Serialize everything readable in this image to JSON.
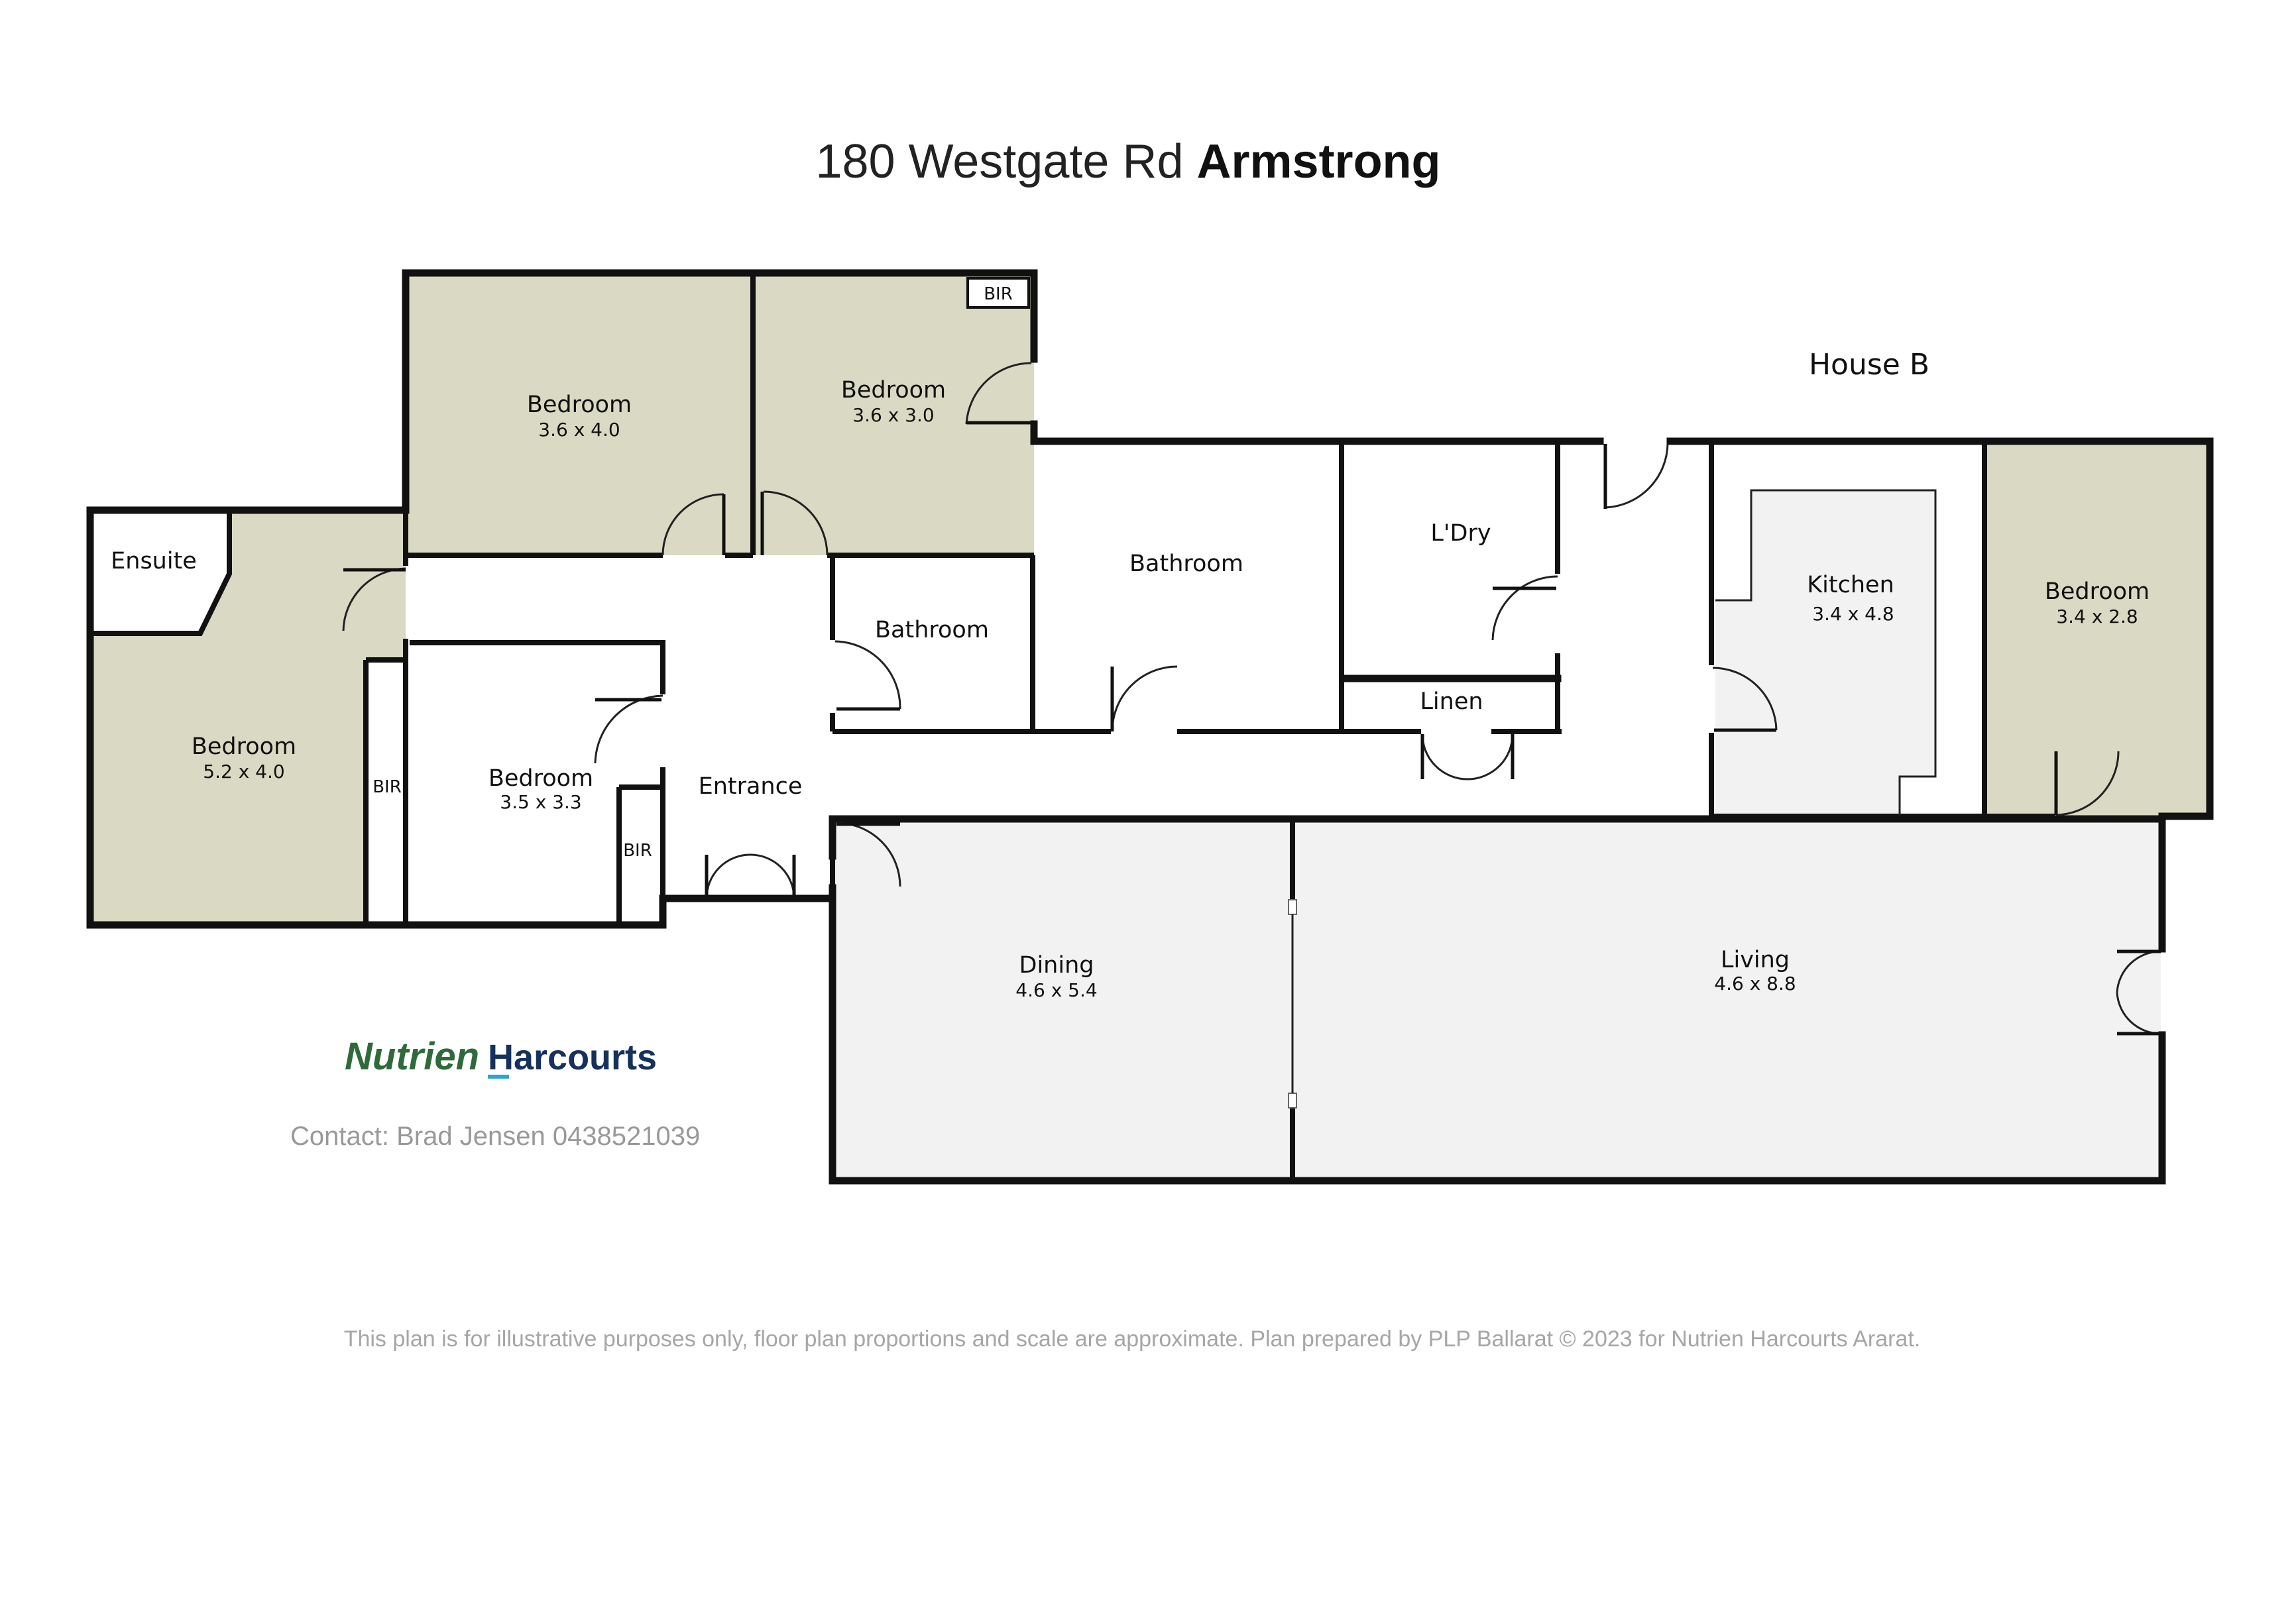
{
  "title": {
    "address": "180 Westgate Rd",
    "suburb": "Armstrong"
  },
  "house_label": "House B",
  "rooms": {
    "bed_ensuite": {
      "name": "Bedroom",
      "dims": "5.2 x 4.0"
    },
    "bed_top_left": {
      "name": "Bedroom",
      "dims": "3.6 x 4.0"
    },
    "bed_top_mid": {
      "name": "Bedroom",
      "dims": "3.6 x 3.0"
    },
    "bed_centre": {
      "name": "Bedroom",
      "dims": "3.5 x 3.3"
    },
    "bed_right": {
      "name": "Bedroom",
      "dims": "3.4 x 2.8"
    },
    "kitchen": {
      "name": "Kitchen",
      "dims": "3.4 x 4.8"
    },
    "dining": {
      "name": "Dining",
      "dims": "4.6 x 5.4"
    },
    "living": {
      "name": "Living",
      "dims": "4.6 x 8.8"
    },
    "ensuite": {
      "name": "Ensuite"
    },
    "bathroom_small": {
      "name": "Bathroom"
    },
    "bathroom_large": {
      "name": "Bathroom"
    },
    "laundry": {
      "name": "L'Dry"
    },
    "linen": {
      "name": "Linen"
    },
    "entrance": {
      "name": "Entrance"
    }
  },
  "bir_label": "BIR",
  "logo": {
    "brand1": "Nutrien",
    "brand2": "Harcourts"
  },
  "contact": {
    "label": "Contact:",
    "name": "Brad Jensen",
    "phone": "0438521039"
  },
  "disclaimer": "This plan is for illustrative purposes only, floor plan proportions and scale are approximate.  Plan prepared by PLP Ballarat © 2023 for Nutrien Harcourts Ararat.",
  "colors": {
    "bedroom_fill": "#dadac4",
    "living_fill": "#f2f2f2",
    "kitchen_fill": "#f2f2f2",
    "wall": "#111111"
  }
}
